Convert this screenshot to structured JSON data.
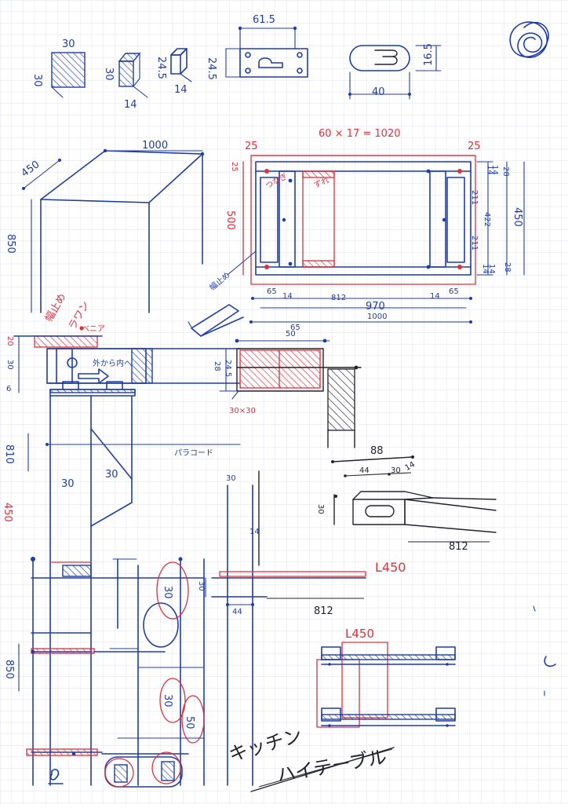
{
  "colors": {
    "paper": "#ffffff",
    "grid": "#d5d8e6",
    "ink_blue": "#1f3da8",
    "ink_red": "#e0303a",
    "ink_black": "#23242c"
  },
  "icons": [
    "spiral-doodle-icon",
    "arrow-right-icon"
  ],
  "labels": {
    "top_block_a_w": "30",
    "top_block_a_h": "30",
    "top_block_b_h": "30",
    "top_block_b_w": "14",
    "top_block_c_h": "24.5",
    "top_block_c_w": "14",
    "hinge_plate_w": "61.5",
    "hinge_plate_h": "24.5",
    "oval_w": "40",
    "oval_h": "16.5",
    "table_w": "1000",
    "table_d": "450",
    "table_h": "850",
    "top_view_formula": "60 × 17 = 1020",
    "top_view_margin_left": "25",
    "top_view_margin_right": "25",
    "top_view_overhang_red": "25",
    "top_view_side_depth": "500",
    "top_view_label_1": "つなぎ",
    "top_view_label_2": "ずれ",
    "top_view_label_3": "幅止め",
    "top_view_right_14a": "14",
    "top_view_right_14b": "14",
    "top_view_right_28a": "28",
    "top_view_right_211a": "211",
    "top_view_right_422": "422",
    "top_view_right_211b": "211",
    "top_view_right_450": "450",
    "top_view_right_14c": "14",
    "top_view_right_14d": "14",
    "top_view_right_28b": "28",
    "top_view_bottom_65a": "65",
    "top_view_bottom_14a": "14",
    "top_view_bottom_812": "812",
    "top_view_bottom_970": "970",
    "top_view_bottom_14b": "14",
    "top_view_bottom_65b": "65",
    "top_view_bottom_1000": "1000",
    "handle_65": "65",
    "handle_50": "50",
    "section_note_1": "幅止め",
    "section_note_2": "ラワン",
    "section_note_3": "ベニア",
    "section_note_4": "外から内へ",
    "section_left_20": "20",
    "section_left_30": "30",
    "section_left_6": "6",
    "section_left_810": "810",
    "section_left_850": "850",
    "section_left_450": "450",
    "section_30a": "30",
    "section_30b": "30",
    "pipe_label": "パラコード",
    "joint_28": "28",
    "joint_245": "24.5",
    "joint_30x30": "30×30",
    "beam_88": "88",
    "beam_44": "44",
    "beam_30": "30",
    "beam_14": "14",
    "beam_h30": "30",
    "beam_812": "812",
    "mid_30": "30",
    "mid_14": "14",
    "mid_30b": "30",
    "mid_44": "44",
    "mid_812": "812",
    "mid_L450": "L450",
    "bottom_L450": "L450",
    "leg_850": "850",
    "circle_note_1": "30",
    "circle_note_2": "30",
    "circle_note_3": "50",
    "title_line_1": "キッチン",
    "title_line_2": "ハイテーブル"
  }
}
